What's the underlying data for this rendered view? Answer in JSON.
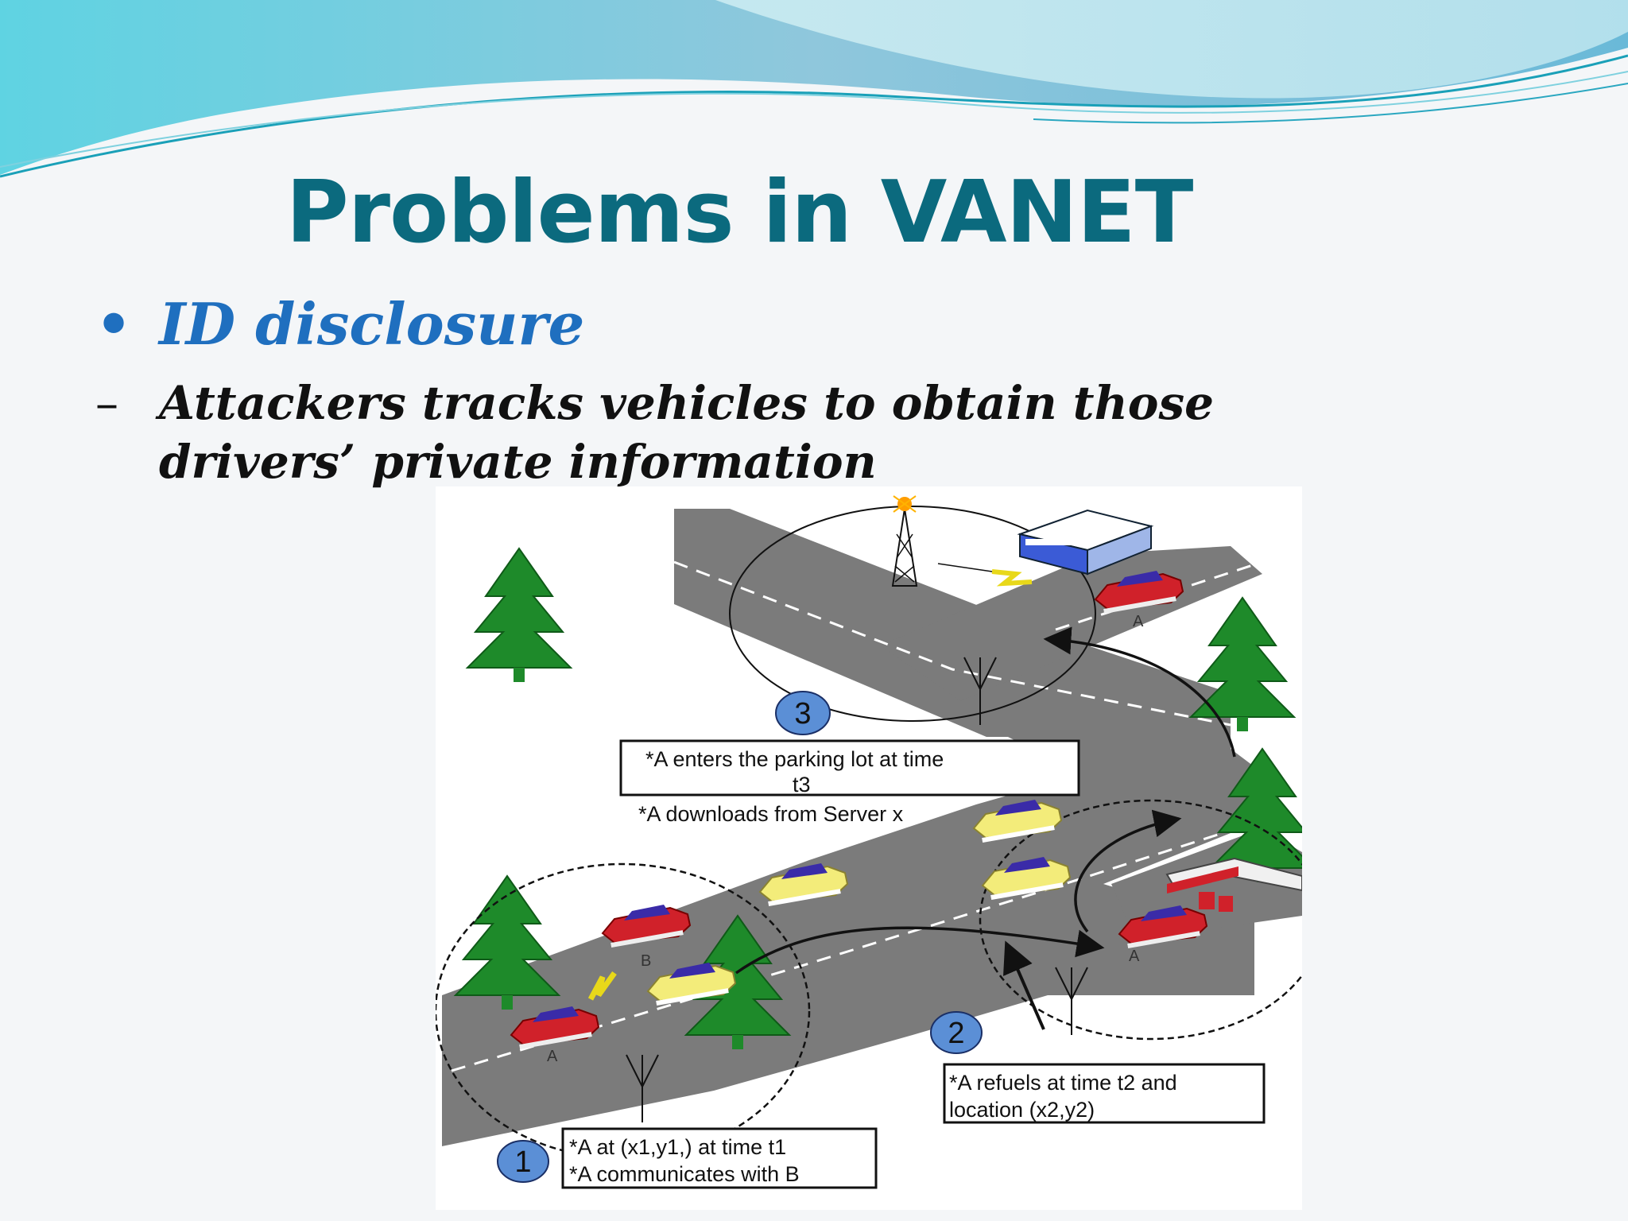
{
  "slide": {
    "title": "Problems in VANET",
    "bullet": {
      "marker": "•",
      "text": "ID disclosure"
    },
    "subbullet": {
      "marker": "–",
      "text": "Attackers tracks vehicles to obtain those drivers’ private  information"
    }
  },
  "diagram": {
    "steps": [
      {
        "number": "1",
        "lines": [
          "*A at (x1,y1,) at time t1",
          "*A communicates with B"
        ]
      },
      {
        "number": "2",
        "lines": [
          "*A refuels at time t2 and",
          "location (x2,y2)"
        ]
      },
      {
        "number": "3",
        "lines": [
          "*A enters the parking lot at time",
          "t3",
          "*A downloads from Server x"
        ]
      }
    ],
    "car_labels": {
      "a": "A",
      "b": "B"
    }
  },
  "colors": {
    "title": "#0b6a7e",
    "bullet": "#1f6fbf",
    "road": "#7b7b7b",
    "tree": "#1e8a2a",
    "car_red": "#d0212a",
    "car_yellow": "#f3ec7a",
    "step_circle": "#5b8fd6"
  }
}
